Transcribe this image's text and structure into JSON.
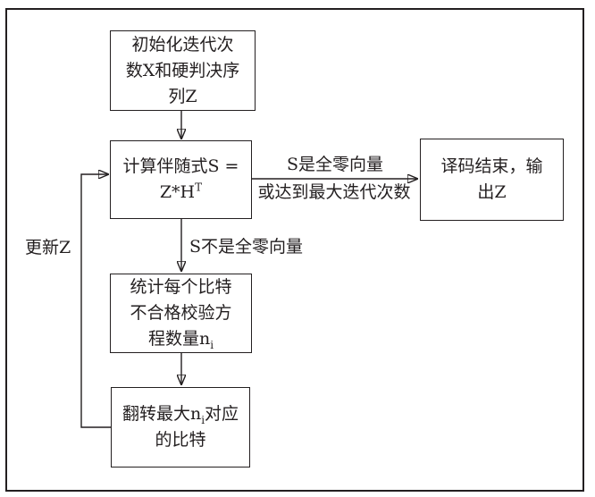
{
  "diagram": {
    "type": "flowchart",
    "language": "zh-CN",
    "topic": "bit-flipping decoding algorithm flow"
  },
  "colors": {
    "line": "#231f20",
    "background": "#ffffff"
  },
  "nodes": {
    "init": {
      "line1": "初始化迭代次",
      "line2": "数X和硬判决序",
      "line3": "列Z"
    },
    "compute": {
      "line1": "计算伴随式S =",
      "line2_base": "Z*H",
      "line2_sup": "T"
    },
    "output": {
      "line1": "译码结束，输",
      "line2": "出Z"
    },
    "count": {
      "line1": "统计每个比特",
      "line2": "不合格校验方",
      "line3_base": "程数量n",
      "line3_sub": "i"
    },
    "flip": {
      "line1_pre": "翻转最大n",
      "line1_sub": "i",
      "line1_post": "对应",
      "line2": "的比特"
    }
  },
  "edge_labels": {
    "to_output_condition_line1": "S是全零向量",
    "to_output_condition_line2": "或达到最大迭代次数",
    "s_nonzero_condition": "S不是全零向量",
    "feedback": "更新Z"
  }
}
